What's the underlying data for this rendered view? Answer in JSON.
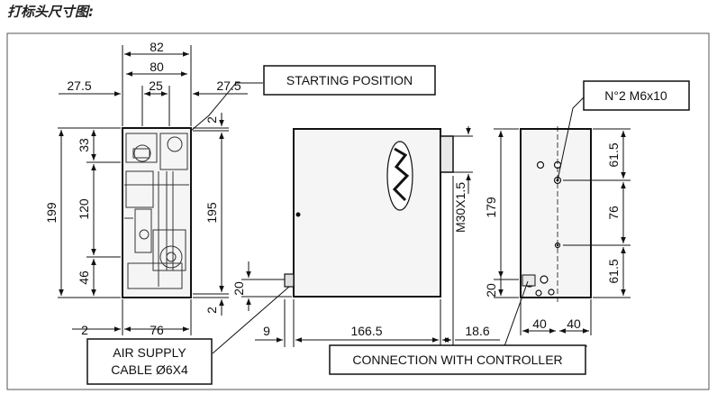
{
  "heading": "打标头尺寸图:",
  "callouts": {
    "starting_position": "STARTING POSITION",
    "thread": "N°2 M6x10",
    "air_supply_line1": "AIR SUPPLY",
    "air_supply_line2": "CABLE Ø6X4",
    "connection": "CONNECTION WITH CONTROLLER"
  },
  "dims": {
    "w82": "82",
    "w80": "80",
    "w27_5_left": "27.5",
    "w25": "25",
    "w27_5_right": "27.5",
    "h2_top": "2",
    "h199": "199",
    "h33": "33",
    "h120": "120",
    "h46": "46",
    "h195": "195",
    "h20_left": "20",
    "h2_bottom": "2",
    "w2": "2",
    "w76": "76",
    "w9": "9",
    "w166_5": "166.5",
    "w18_6": "18.6",
    "thread_m30": "M30X1.5",
    "h179": "179",
    "h20_right": "20",
    "h61_5_top": "61.5",
    "h76": "76",
    "h61_5_bottom": "61.5",
    "w40_left": "40",
    "w40_right": "40"
  },
  "colors": {
    "line": "#111111",
    "body_fill": "#f3f3f3",
    "frame": "#555555"
  }
}
